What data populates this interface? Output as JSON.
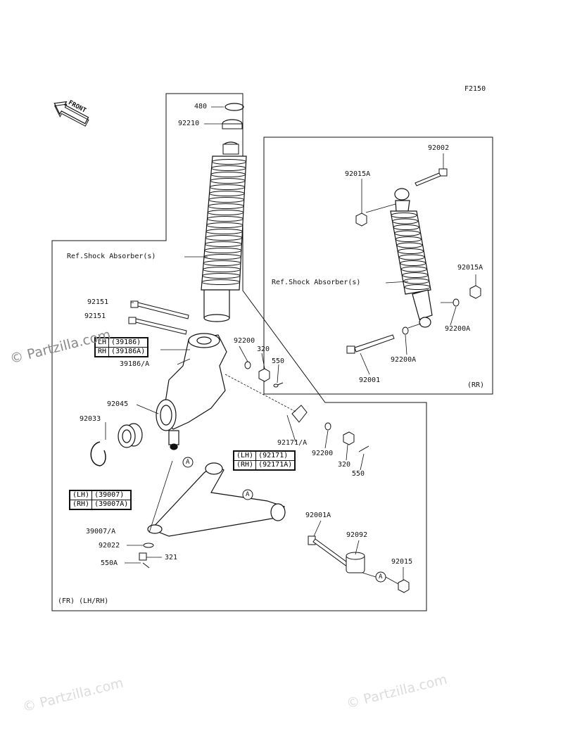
{
  "figure_code": "F2150",
  "front_label": "FRONT",
  "watermarks": {
    "main": "© Partzilla.com",
    "tiled": "© Partzilla.com"
  },
  "front_section": {
    "caption": "(FR) (LH/RH)",
    "ref_label": "Ref.Shock Absorber(s)",
    "parts": {
      "p480": "480",
      "p92210": "92210",
      "p92151a": "92151",
      "p92151b": "92151",
      "p39186a": "39186/A",
      "p92200a": "92200",
      "p320a": "320",
      "p550a": "550",
      "p92045": "92045",
      "p92033": "92033",
      "p92171a": "92171/A",
      "p92200b": "92200",
      "p320b": "320",
      "p550b": "550",
      "p39007a": "39007/A",
      "p92022": "92022",
      "p321": "321",
      "p550A": "550A",
      "p92001A": "92001A",
      "p92092": "92092",
      "p92015": "92015"
    },
    "callout_A": "A",
    "tables": {
      "t39186": {
        "lh_side": "LH",
        "lh_part": "(39186)",
        "rh_side": "RH",
        "rh_part": "(39186A)"
      },
      "t92171": {
        "lh_side": "(LH)",
        "lh_part": "(92171)",
        "rh_side": "(RH)",
        "rh_part": "(92171A)"
      },
      "t39007": {
        "lh_side": "(LH)",
        "lh_part": "(39007)",
        "rh_side": "(RH)",
        "rh_part": "(39007A)"
      }
    }
  },
  "rear_section": {
    "caption": "(RR)",
    "ref_label": "Ref.Shock Absorber(s)",
    "parts": {
      "p92002": "92002",
      "p92015A_top": "92015A",
      "p92015A_right": "92015A",
      "p92200A_right": "92200A",
      "p92200A_bottom": "92200A",
      "p92001": "92001"
    }
  }
}
